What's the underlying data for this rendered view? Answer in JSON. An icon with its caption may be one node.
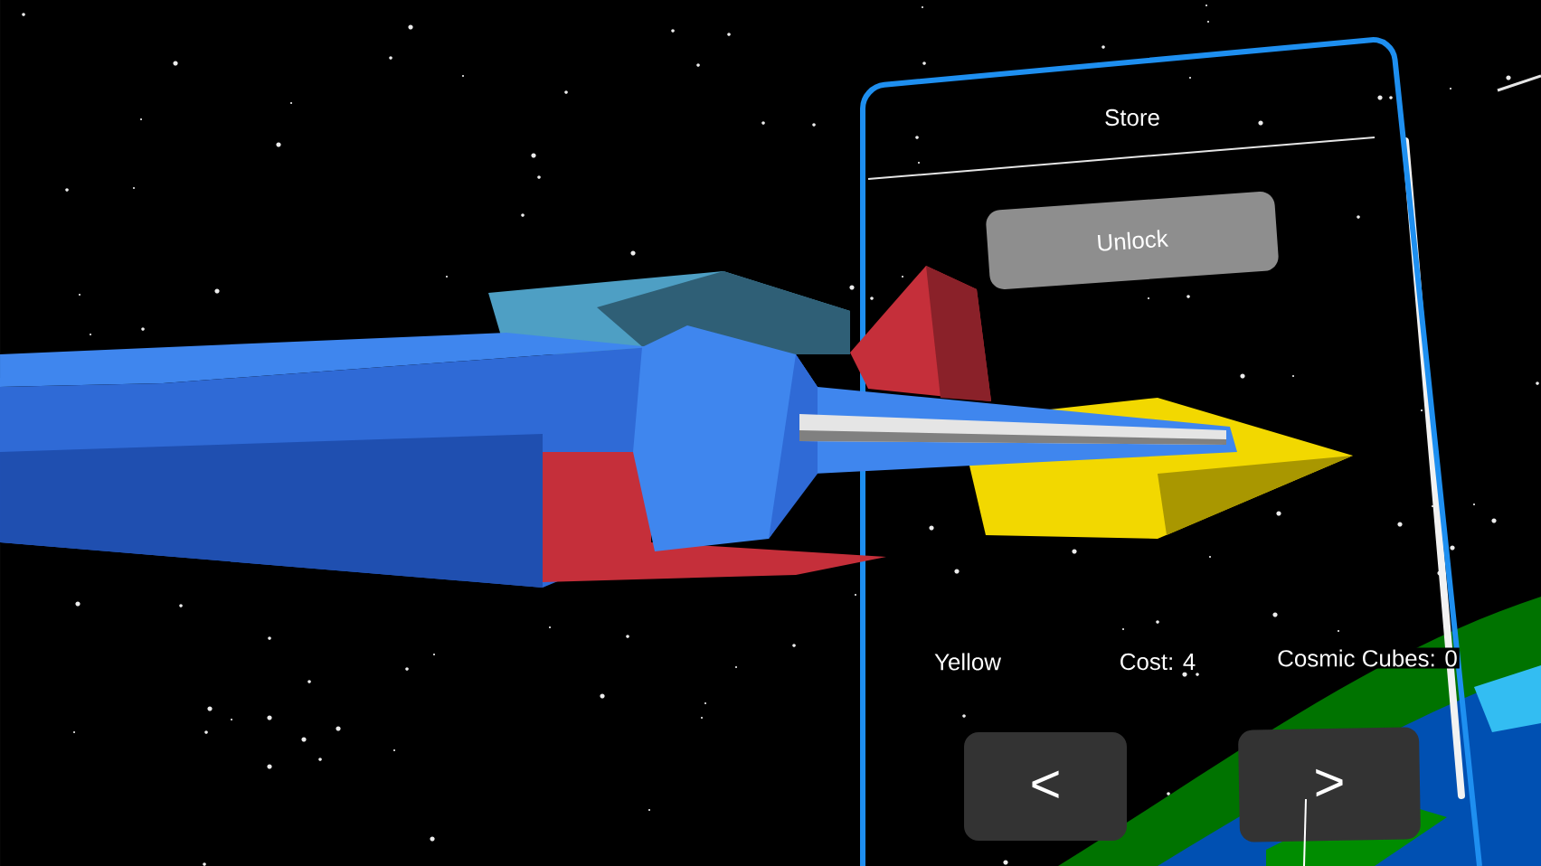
{
  "diagram": {
    "nodes": [
      {
        "text": [
          "Store",
          "Yellow",
          "Cost: 4",
          "Cosmic Cubes: 0"
        ]
      },
      {
        "text": [
          "Unlock"
        ],
        "in": 0
      },
      {
        "text": [
          "<"
        ],
        "in": 0
      },
      {
        "text": [
          ">"
        ],
        "in": 0
      }
    ]
  }
}
